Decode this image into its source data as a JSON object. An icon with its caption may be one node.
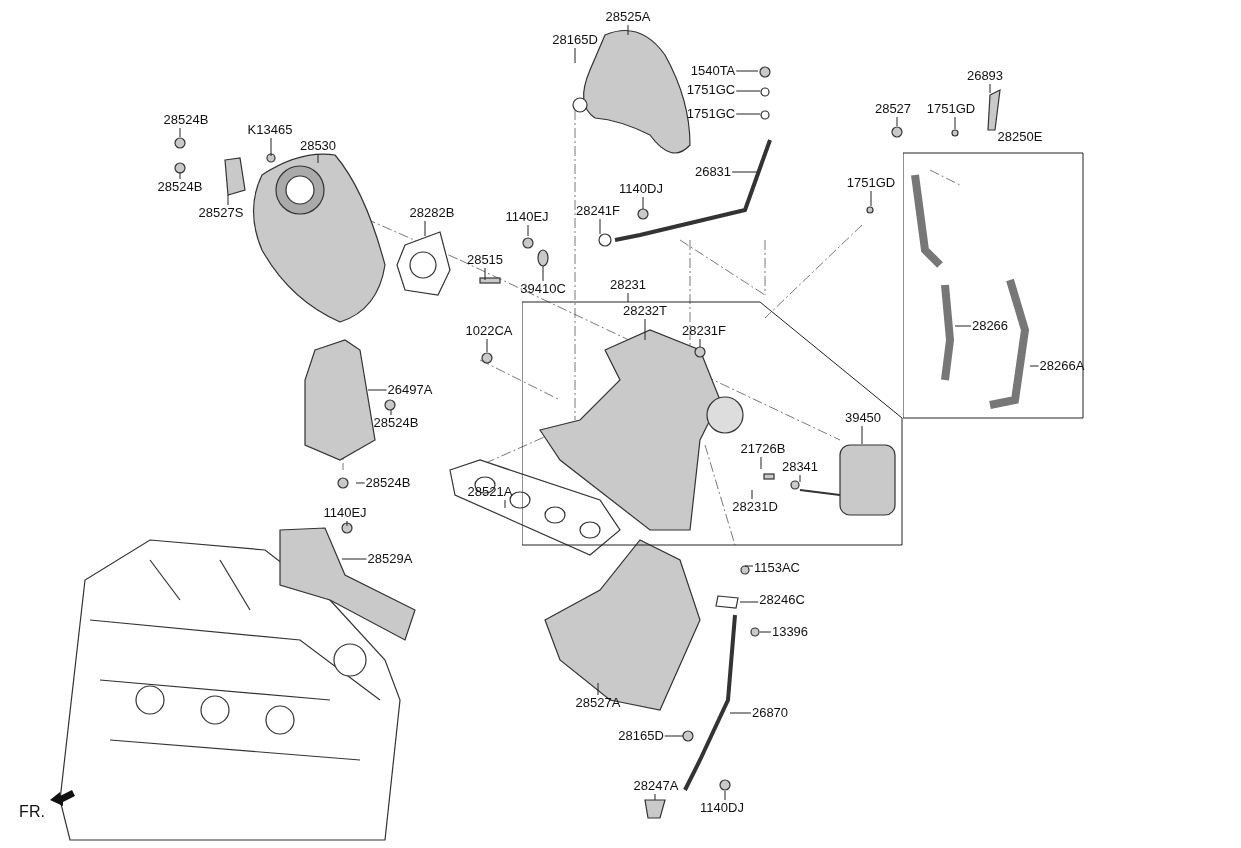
{
  "diagram": {
    "nodes": [
      {
        "text": [
          "28525A"
        ]
      },
      {
        "text": [
          "28165D"
        ]
      },
      {
        "text": [
          "1540TA"
        ]
      },
      {
        "text": [
          "1751GC"
        ]
      },
      {
        "text": [
          "1751GC"
        ]
      },
      {
        "text": [
          "26831"
        ]
      },
      {
        "text": [
          "26893"
        ]
      },
      {
        "text": [
          "28527"
        ]
      },
      {
        "text": [
          "1751GD"
        ]
      },
      {
        "text": [
          "28250E"
        ]
      },
      {
        "text": [
          "1751GD"
        ]
      },
      {
        "text": [
          "28524B"
        ]
      },
      {
        "text": [
          "K13465"
        ]
      },
      {
        "text": [
          "28530"
        ]
      },
      {
        "text": [
          "28524B"
        ]
      },
      {
        "text": [
          "28527S"
        ]
      },
      {
        "text": [
          "28282B"
        ]
      },
      {
        "text": [
          "1140EJ"
        ]
      },
      {
        "text": [
          "1140DJ"
        ]
      },
      {
        "text": [
          "28241F"
        ]
      },
      {
        "text": [
          "28515"
        ]
      },
      {
        "text": [
          "39410C"
        ]
      },
      {
        "text": [
          "28231"
        ]
      },
      {
        "text": [
          "28232T"
        ],
        "in": 22
      },
      {
        "text": [
          "1022CA"
        ]
      },
      {
        "text": [
          "28231F"
        ],
        "in": 22
      },
      {
        "text": [
          "28266"
        ],
        "in": 9
      },
      {
        "text": [
          "28266A"
        ],
        "in": 9
      },
      {
        "text": [
          "26497A"
        ]
      },
      {
        "text": [
          "28524B"
        ]
      },
      {
        "text": [
          "39450"
        ],
        "in": 22
      },
      {
        "text": [
          "21726B"
        ],
        "in": 22
      },
      {
        "text": [
          "28341"
        ],
        "in": 22
      },
      {
        "text": [
          "28524B"
        ]
      },
      {
        "text": [
          "28231D"
        ],
        "in": 22
      },
      {
        "text": [
          "28521A"
        ]
      },
      {
        "text": [
          "1140EJ"
        ]
      },
      {
        "text": [
          "28529A"
        ]
      },
      {
        "text": [
          "1153AC"
        ]
      },
      {
        "text": [
          "28246C"
        ]
      },
      {
        "text": [
          "13396"
        ]
      },
      {
        "text": [
          "28527A"
        ]
      },
      {
        "text": [
          "26870"
        ]
      },
      {
        "text": [
          "28165D"
        ]
      },
      {
        "text": [
          "28247A"
        ]
      },
      {
        "text": [
          "1140DJ"
        ]
      }
    ],
    "edges": [
      {
        "from": 0,
        "to": null,
        "arrow": "none"
      },
      {
        "from": 1,
        "to": null,
        "arrow": "none"
      },
      {
        "from": 2,
        "to": null,
        "arrow": "none"
      },
      {
        "from": 3,
        "to": null,
        "arrow": "none"
      },
      {
        "from": 4,
        "to": null,
        "arrow": "none"
      },
      {
        "from": 5,
        "to": null,
        "arrow": "none"
      },
      {
        "from": 6,
        "to": null,
        "arrow": "none"
      },
      {
        "from": 7,
        "to": null,
        "arrow": "none"
      },
      {
        "from": 8,
        "to": null,
        "arrow": "none"
      },
      {
        "from": 10,
        "to": null,
        "arrow": "none"
      },
      {
        "from": 11,
        "to": null,
        "arrow": "none"
      },
      {
        "from": 12,
        "to": null,
        "arrow": "none"
      },
      {
        "from": 13,
        "to": null,
        "arrow": "none"
      },
      {
        "from": 14,
        "to": null,
        "arrow": "none"
      },
      {
        "from": 15,
        "to": null,
        "arrow": "none"
      },
      {
        "from": 16,
        "to": null,
        "arrow": "none"
      },
      {
        "from": 17,
        "to": null,
        "arrow": "none"
      },
      {
        "from": 18,
        "to": null,
        "arrow": "none"
      },
      {
        "from": 19,
        "to": null,
        "arrow": "none"
      },
      {
        "from": 20,
        "to": null,
        "arrow": "none"
      },
      {
        "from": 21,
        "to": null,
        "arrow": "none"
      },
      {
        "from": 23,
        "to": null,
        "arrow": "none"
      },
      {
        "from": 24,
        "to": null,
        "arrow": "none"
      },
      {
        "from": 25,
        "to": null,
        "arrow": "none"
      },
      {
        "from": 26,
        "to": null,
        "arrow": "none"
      },
      {
        "from": 27,
        "to": null,
        "arrow": "none"
      },
      {
        "from": 28,
        "to": null,
        "arrow": "none"
      },
      {
        "from": 29,
        "to": null,
        "arrow": "none"
      },
      {
        "from": 30,
        "to": null,
        "arrow": "none"
      },
      {
        "from": 31,
        "to": null,
        "arrow": "none"
      },
      {
        "from": 32,
        "to": null,
        "arrow": "none"
      },
      {
        "from": 33,
        "to": null,
        "arrow": "none"
      },
      {
        "from": 34,
        "to": null,
        "arrow": "none"
      },
      {
        "from": 35,
        "to": null,
        "arrow": "none"
      },
      {
        "from": 36,
        "to": null,
        "arrow": "none"
      },
      {
        "from": 37,
        "to": null,
        "arrow": "none"
      },
      {
        "from": 38,
        "to": null,
        "arrow": "none"
      },
      {
        "from": 39,
        "to": null,
        "arrow": "none"
      },
      {
        "from": 40,
        "to": null,
        "arrow": "none"
      },
      {
        "from": 41,
        "to": null,
        "arrow": "none"
      },
      {
        "from": 42,
        "to": null,
        "arrow": "none"
      },
      {
        "from": 43,
        "to": null,
        "arrow": "none"
      },
      {
        "from": 44,
        "to": null,
        "arrow": "none"
      },
      {
        "from": 45,
        "to": null,
        "arrow": "none"
      }
    ],
    "labels": [
      "FR."
    ]
  }
}
